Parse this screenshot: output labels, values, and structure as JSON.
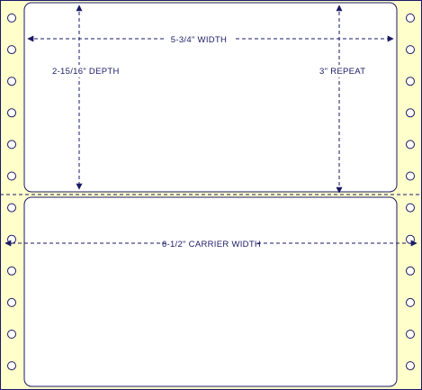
{
  "colors": {
    "carrier_fill": "#ffffcc",
    "outline": "#1a1a66",
    "label_fill": "#ffffff",
    "dimension": "#1a1a66"
  },
  "labels": {
    "width": "5-3/4\" WIDTH",
    "depth": "2-15/16\" DEPTH",
    "repeat": "3\" REPEAT",
    "carrier_width": "6-1/2\" CARRIER WIDTH"
  },
  "pinfeed": {
    "holes_per_side": 12
  }
}
